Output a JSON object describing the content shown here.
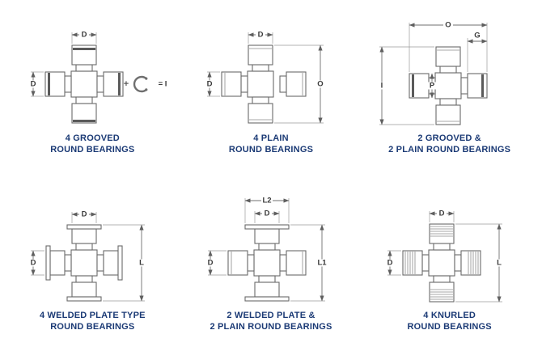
{
  "colors": {
    "caption": "#1b3a75",
    "line": "#6a6a6a"
  },
  "figures": [
    {
      "caption1": "4 GROOVED",
      "caption2": "ROUND BEARINGS",
      "dims": {
        "top": "D",
        "left": "D",
        "plus": "+",
        "ring_equals": "= I"
      }
    },
    {
      "caption1": "4 PLAIN",
      "caption2": "ROUND BEARINGS",
      "dims": {
        "top": "D",
        "left": "D",
        "right": "O"
      }
    },
    {
      "caption1": "2 GROOVED &",
      "caption2": "2 PLAIN ROUND BEARINGS",
      "dims": {
        "top": "O",
        "upper": "G",
        "left": "I",
        "inner": "P"
      }
    },
    {
      "caption1": "4 WELDED PLATE TYPE",
      "caption2": "ROUND BEARINGS",
      "dims": {
        "top": "D",
        "left": "D",
        "right": "L"
      }
    },
    {
      "caption1": "2 WELDED PLATE &",
      "caption2": "2 PLAIN ROUND BEARINGS",
      "dims": {
        "top": "L2",
        "cup": "D",
        "left": "D",
        "right": "L1"
      }
    },
    {
      "caption1": "4 KNURLED",
      "caption2": "ROUND BEARINGS",
      "dims": {
        "top": "D",
        "left": "D",
        "right": "L"
      }
    }
  ]
}
